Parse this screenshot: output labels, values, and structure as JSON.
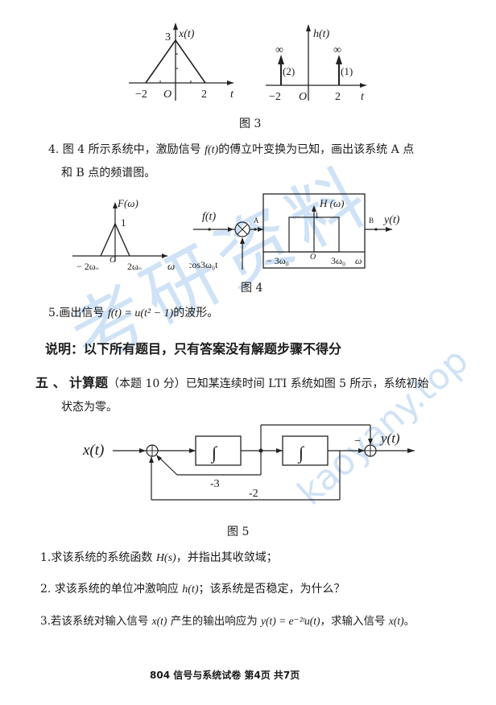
{
  "figure3": {
    "caption": "图 3",
    "x_plot": {
      "ylabel": "x(t)",
      "peak_label": "3",
      "ticks": [
        "−2",
        "O",
        "2"
      ],
      "xlabel": "t"
    },
    "h_plot": {
      "ylabel": "h(t)",
      "impulses": [
        {
          "t": "−2",
          "weight": "(2)",
          "height_label": "∞"
        },
        {
          "t": "2",
          "weight": "(1)",
          "height_label": "∞"
        }
      ],
      "origin": "O",
      "xlabel": "t"
    }
  },
  "q4": {
    "line1_pre": "4. 图 4 所示系统中，激励信号 ",
    "line1_math": "f(t)",
    "line1_post": "的傅立叶变换为已知，画出该系统 A 点",
    "line2": "和 B 点的频谱图。"
  },
  "figure4": {
    "caption": "图  4",
    "F_plot": {
      "ylabel": "F(ω)",
      "peak": "1",
      "ticks": [
        "− 2ω₀",
        "O",
        "2ω₀"
      ],
      "xlabel": "ω"
    },
    "block": {
      "input": "f(t)",
      "carrier": "cos3ω₀t",
      "point_a": "A",
      "point_b": "B",
      "output": "y(t)",
      "H_label": "H (ω)",
      "H_peak": "1",
      "H_ticks": [
        "− 3ω₀",
        "O",
        "3ω₀",
        "ω"
      ]
    }
  },
  "q5": {
    "pre": "5.画出信号 ",
    "math": "f(t) = u(t² − 1)",
    "post": "的波形。"
  },
  "note": "说明：以下所有题目，只有答案没有解题步骤不得分",
  "section5": {
    "number": "五 、",
    "title": "计算题",
    "points": "（本题 10 分）",
    "line1": "已知某连续时间 LTI 系统如图 5 所示，系统初始",
    "line2": "状态为零。"
  },
  "figure5": {
    "caption": "图 5",
    "input": "x(t)",
    "output": "y(t)",
    "integrator": "∫",
    "gain1": "-3",
    "gain2": "-2",
    "minus_sign": "−"
  },
  "questions": [
    {
      "pre": "1.求该系统的系统函数 ",
      "math": "H(s)",
      "post": "，并指出其收敛域；"
    },
    {
      "pre": "2.  求该系统的单位冲激响应 ",
      "math": "h(t)",
      "post": "；该系统是否稳定，为什么？"
    },
    {
      "pre": "3.若该系统对输入信号 ",
      "math": "x(t)",
      "mid": " 产生的输出响应为 ",
      "math2": "y(t) = e⁻²ᵗu(t)",
      "post": "，求输入信号 ",
      "math3": "x(t)",
      "end": "。"
    }
  ],
  "footer": "804 信号与系统试卷 第4页 共7页",
  "watermark": {
    "cn": "考研资料",
    "url": "kaoyany.top"
  }
}
